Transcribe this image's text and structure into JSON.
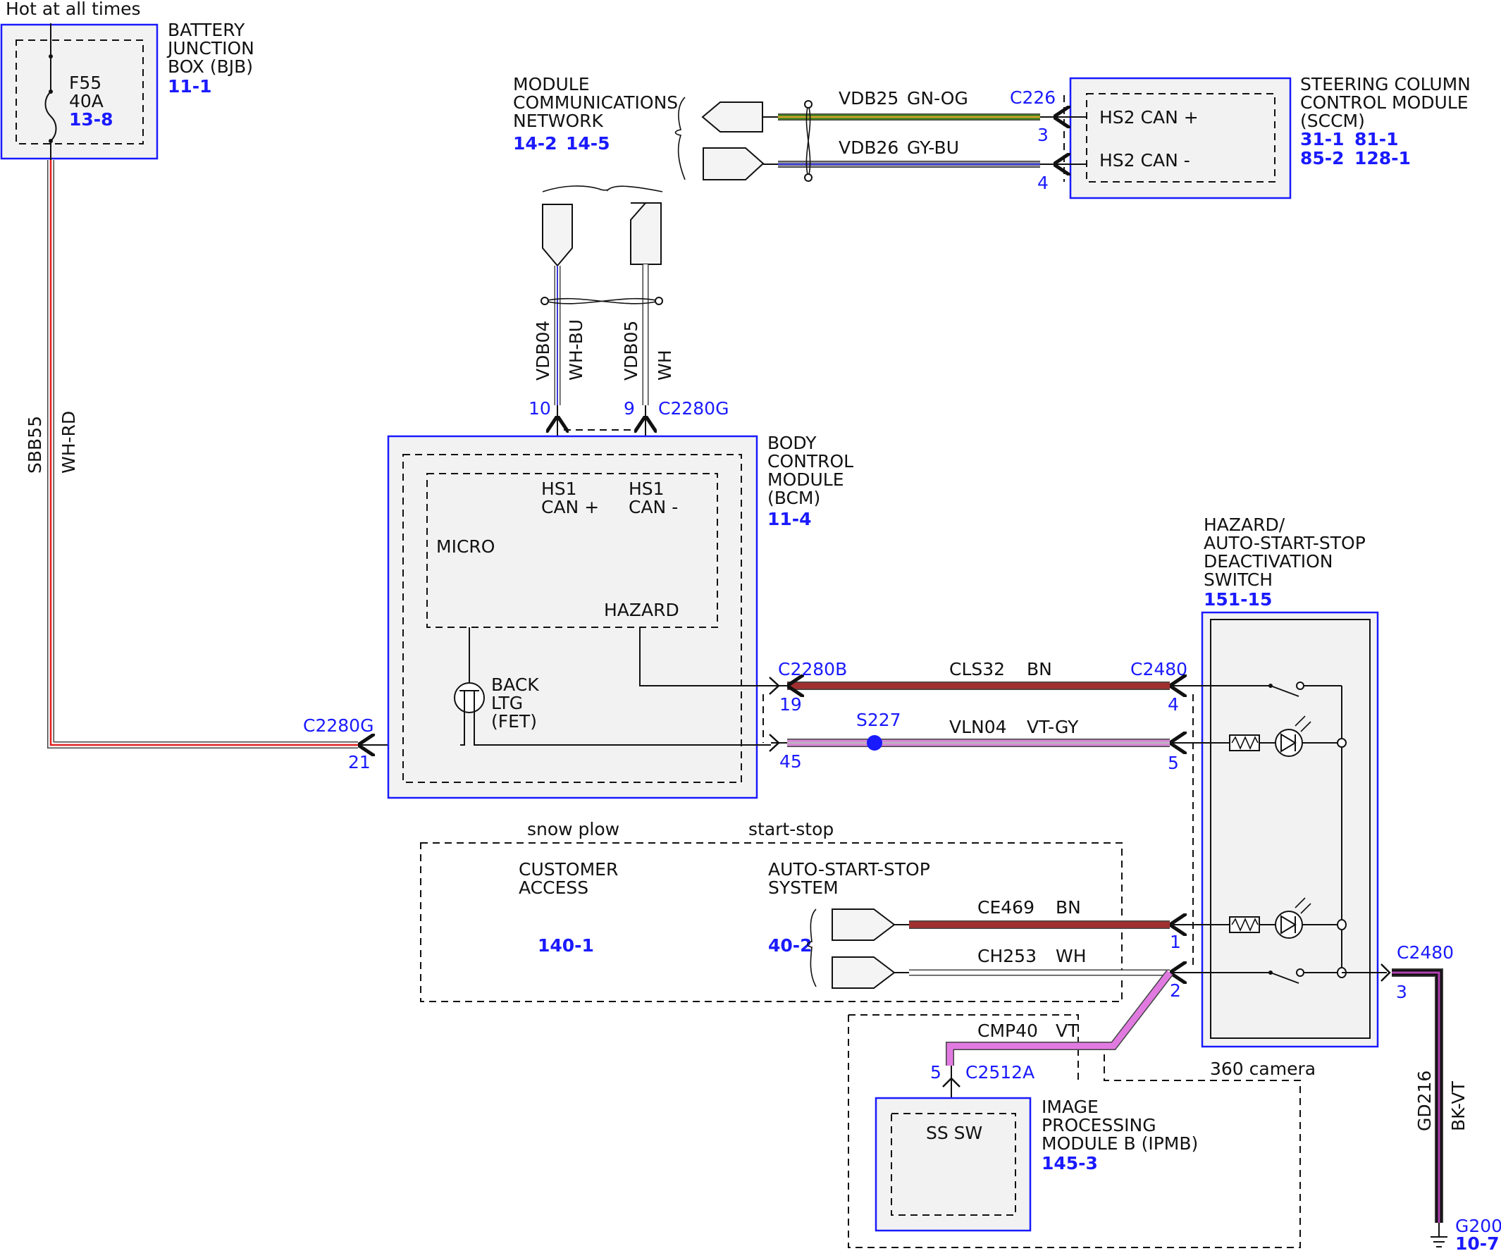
{
  "header": {
    "hot_label": "Hot at all times"
  },
  "bjb": {
    "name_lines": [
      "BATTERY",
      "JUNCTION",
      "BOX (BJB)"
    ],
    "ref": "11-1",
    "fuse": "F55",
    "amps": "40A",
    "fuse_ref": "13-8"
  },
  "left_wire": {
    "circuit": "SBB55",
    "color": "WH-RD",
    "connector": "C2280G",
    "pin": "21"
  },
  "network": {
    "name_lines": [
      "MODULE",
      "COMMUNICATIONS",
      "NETWORK"
    ],
    "ref1": "14-2",
    "ref2": "14-5"
  },
  "sccm": {
    "name_lines": [
      "STEERING COLUMN",
      "CONTROL MODULE",
      "(SCCM)"
    ],
    "ref1": "31-1",
    "ref2": "81-1",
    "ref3": "85-2",
    "ref4": "128-1",
    "pin_can_plus": "HS2 CAN +",
    "pin_can_minus": "HS2 CAN -",
    "connector": "C226"
  },
  "can_top": {
    "w1_circuit": "VDB25",
    "w1_color": "GN-OG",
    "w1_pin": "3",
    "w2_circuit": "VDB26",
    "w2_color": "GY-BU",
    "w2_pin": "4"
  },
  "can_vert": {
    "w1_circuit": "VDB04",
    "w1_color": "WH-BU",
    "w1_pin": "10",
    "w2_circuit": "VDB05",
    "w2_color": "WH",
    "w2_pin": "9",
    "connector": "C2280G"
  },
  "bcm": {
    "name_lines": [
      "BODY",
      "CONTROL",
      "MODULE",
      "(BCM)"
    ],
    "ref": "11-4",
    "hs1_plus": [
      "HS1",
      "CAN +"
    ],
    "hs1_minus": [
      "HS1",
      "CAN -"
    ],
    "micro": "MICRO",
    "hazard": "HAZARD",
    "fet_lines": [
      "BACK",
      "LTG",
      "(FET)"
    ]
  },
  "mid_wires": {
    "left_connector": "C2280B",
    "right_connector": "C2480",
    "w1_circuit": "CLS32",
    "w1_color": "BN",
    "w1_left_pin": "19",
    "w1_right_pin": "4",
    "w2_circuit": "VLN04",
    "w2_color": "VT-GY",
    "w2_left_pin": "45",
    "w2_right_pin": "5",
    "splice": "S227"
  },
  "switch": {
    "name_lines": [
      "HAZARD/",
      "AUTO-START-STOP",
      "DEACTIVATION",
      "SWITCH"
    ],
    "ref": "151-15"
  },
  "options": {
    "snow_plow": "snow plow",
    "start_stop": "start-stop",
    "camera": "360 camera"
  },
  "customer": {
    "name_lines": [
      "CUSTOMER",
      "ACCESS"
    ],
    "ref": "140-1"
  },
  "ass": {
    "name_lines": [
      "AUTO-START-STOP",
      "SYSTEM"
    ],
    "ref": "40-2",
    "w1_circuit": "CE469",
    "w1_color": "BN",
    "w1_pin": "1",
    "w2_circuit": "CH253",
    "w2_color": "WH",
    "w2_pin": "2"
  },
  "ipmb": {
    "name_lines": [
      "IMAGE",
      "PROCESSING",
      "MODULE B (IPMB)"
    ],
    "ref": "145-3",
    "pin_label": "SS SW",
    "connector": "C2512A",
    "pin": "5",
    "w_circuit": "CMP40",
    "w_color": "VT"
  },
  "ground": {
    "connector": "C2480",
    "pin": "3",
    "circuit": "GD216",
    "color": "BK-VT",
    "point": "G200",
    "ref": "10-7"
  },
  "colors": {
    "blue_accent": "#1a1aff",
    "brown_wire": "#a03030",
    "violet_gray_wire": "#d68ad6",
    "violet_wire": "#e07ae0",
    "green_orange_wire": "#4c8a1e",
    "gray_blue_wire": "#6060c8",
    "red_wire": "#e02020"
  }
}
